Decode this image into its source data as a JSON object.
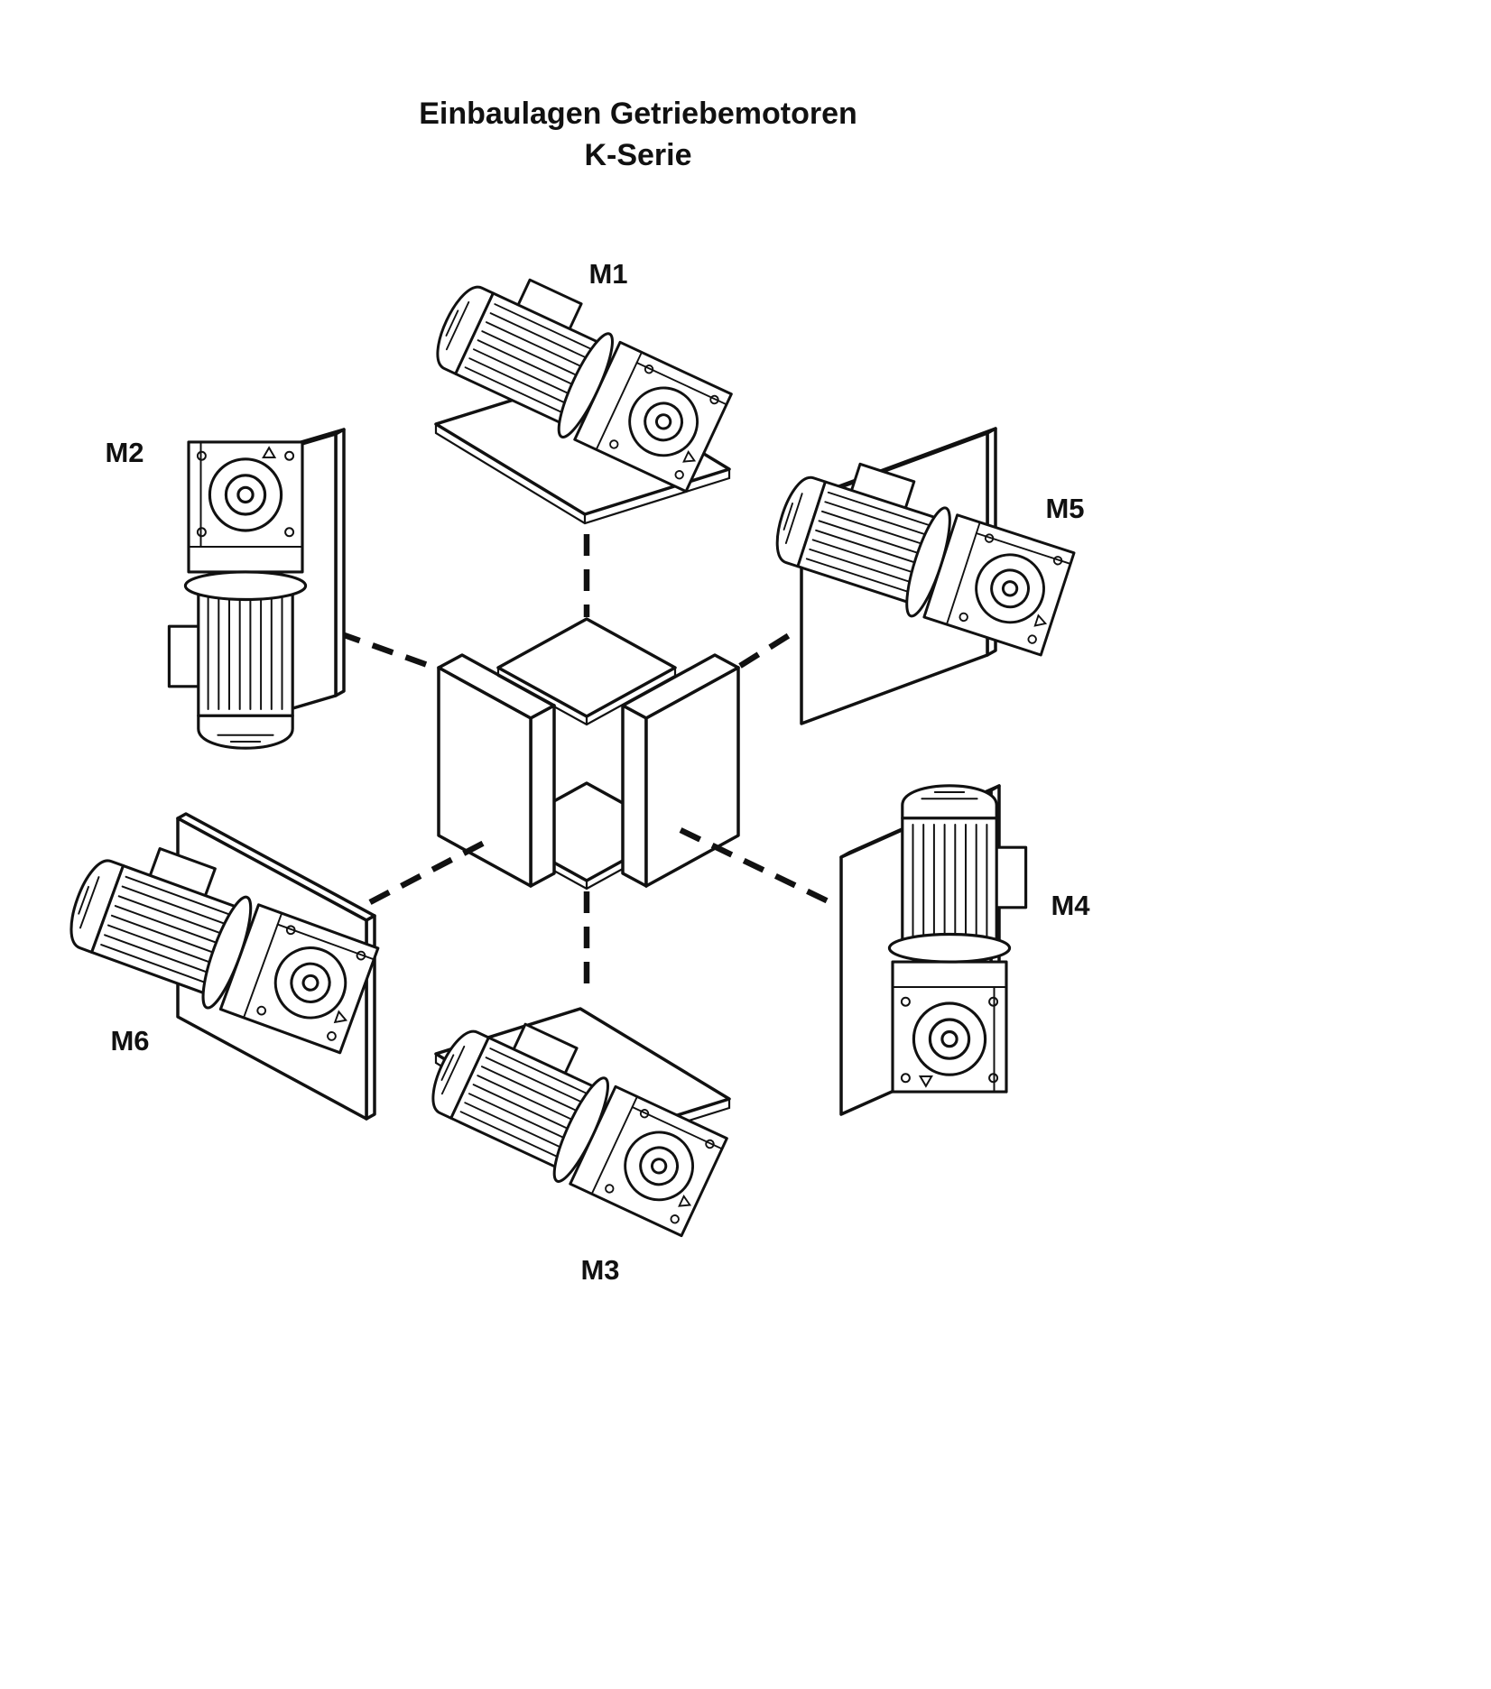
{
  "title": "Einbaulagen Getriebemotoren",
  "subtitle": "K-Serie",
  "positions": [
    {
      "label": "M1"
    },
    {
      "label": "M2"
    },
    {
      "label": "M3"
    },
    {
      "label": "M4"
    },
    {
      "label": "M5"
    },
    {
      "label": "M6"
    }
  ],
  "colors": {
    "ink": "#111111",
    "background": "#ffffff"
  }
}
